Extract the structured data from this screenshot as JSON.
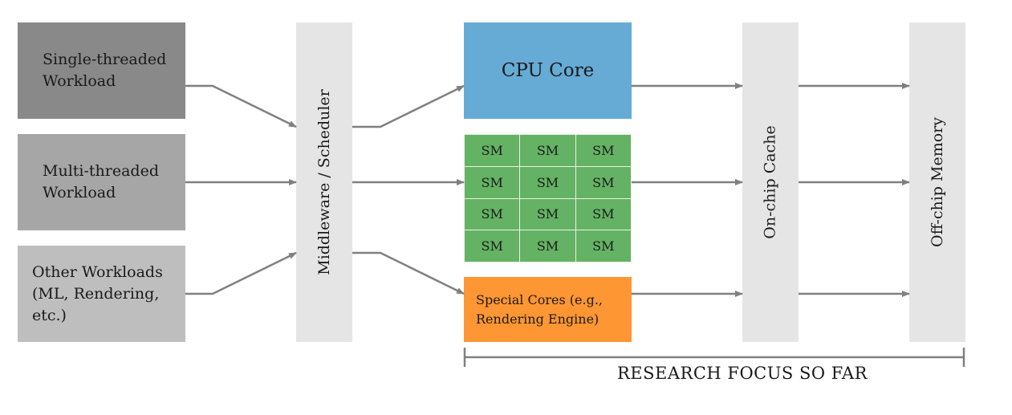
{
  "workloads": [
    {
      "id": "single",
      "label": "Single-threaded\nWorkload",
      "color": "#898989"
    },
    {
      "id": "multi",
      "label": "Multi-threaded\nWorkload",
      "color": "#a6a6a6"
    },
    {
      "id": "other",
      "label": "Other Workloads\n(ML, Rendering,\netc.)",
      "color": "#bebebe"
    }
  ],
  "middleware": {
    "label": "Middleware / Scheduler",
    "color": "#e5e5e5"
  },
  "cpu_core": {
    "label": "CPU Core",
    "color": "#66abd5"
  },
  "gpu": {
    "cells": [
      "SM",
      "SM",
      "SM",
      "SM",
      "SM",
      "SM",
      "SM",
      "SM",
      "SM",
      "SM",
      "SM",
      "SM"
    ],
    "color": "#64b264"
  },
  "special_cores": {
    "label": "Special Cores (e.g.,\nRendering Engine)",
    "color": "#fe9633"
  },
  "cache": {
    "label": "On-chip Cache"
  },
  "memory": {
    "label": "Off-chip Memory"
  },
  "research_focus": {
    "label": "RESEARCH FOCUS SO FAR"
  },
  "colors": {
    "arrow": "#808080"
  }
}
